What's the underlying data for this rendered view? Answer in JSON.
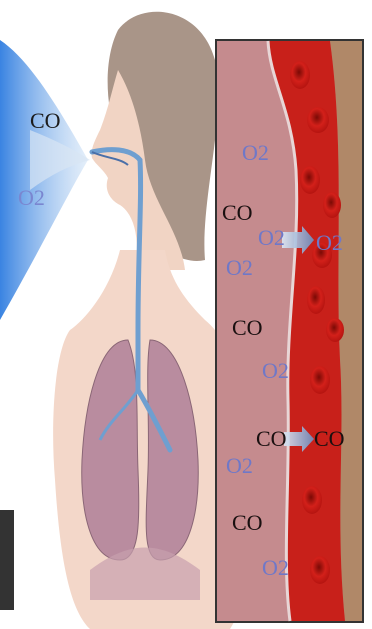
{
  "labels": {
    "inhale_left_co": "CO",
    "inhale_left_o2": "O2",
    "exchange_1_o2": "O2",
    "exchange_2_co": "CO",
    "exchange_3_o2": "O2",
    "exchange_4_o2": "O2",
    "exchange_5_o2": "O2",
    "exchange_6_co": "CO",
    "exchange_7_o2": "O2",
    "exchange_8_co": "CO",
    "exchange_9_co": "CO",
    "exchange_10_o2": "O2",
    "exchange_11_co": "CO",
    "exchange_12_o2": "O2"
  },
  "colors": {
    "airflow": "#4a8fe0",
    "vessel": "#c41f12",
    "tissue": "#c48a8c",
    "lungs": "#b8879c",
    "skin": "#f2d6c8",
    "hair": "#a8948a",
    "airway": "#6f9fd0"
  }
}
